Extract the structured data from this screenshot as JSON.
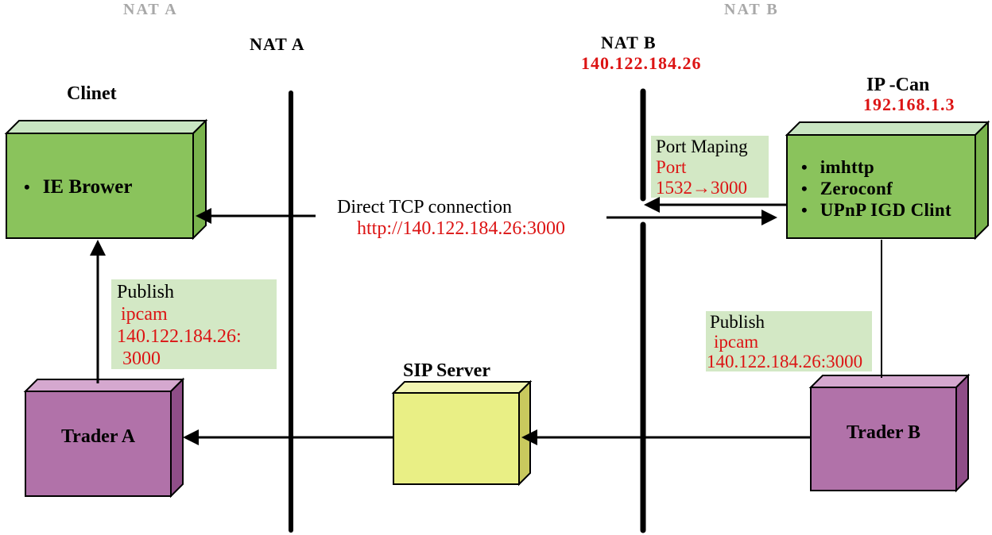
{
  "header": {
    "nat_a_gray": "NAT A",
    "nat_b_gray": "NAT B"
  },
  "nat_a": {
    "label": "NAT A"
  },
  "nat_b": {
    "label": "NAT B",
    "ip": "140.122.184.26"
  },
  "client": {
    "title": "Clinet",
    "items": [
      "IE Brower"
    ],
    "bullet": "•"
  },
  "ip_cam": {
    "title": "IP -Can",
    "ip": "192.168.1.3",
    "bullet": "•",
    "items": [
      "imhttp",
      "Zeroconf",
      "UPnP IGD Clint"
    ]
  },
  "port_mapping": {
    "title": "Port Maping",
    "port_label": "Port",
    "mapping": "1532→3000"
  },
  "tcp": {
    "label": "Direct TCP connection",
    "url": "http://140.122.184.26:3000"
  },
  "publish_left": {
    "heading": "Publish",
    "service": "ipcam",
    "address": "140.122.184.26:",
    "port": "3000"
  },
  "publish_right": {
    "heading": "Publish",
    "service": "ipcam",
    "address": "140.122.184.26:3000"
  },
  "sip_server": {
    "title": "SIP Server"
  },
  "trader_a": {
    "title": "Trader A"
  },
  "trader_b": {
    "title": "Trader B"
  },
  "colors": {
    "box_green_face": "#8AC35C",
    "box_green_top": "#C9E5C2",
    "box_green_side": "#79B34C",
    "box_purple_face": "#B172A9",
    "box_purple_top": "#D5A8CF",
    "box_purple_side": "#8F4E88",
    "box_yellow_face": "#E9EF85",
    "box_yellow_top": "#F2F5B2",
    "box_yellow_side": "#C9C95E",
    "label_box_bg": "#D3E8C5",
    "red_text": "#DC1414",
    "gray_text": "#A8A8A8",
    "line": "#000000"
  }
}
